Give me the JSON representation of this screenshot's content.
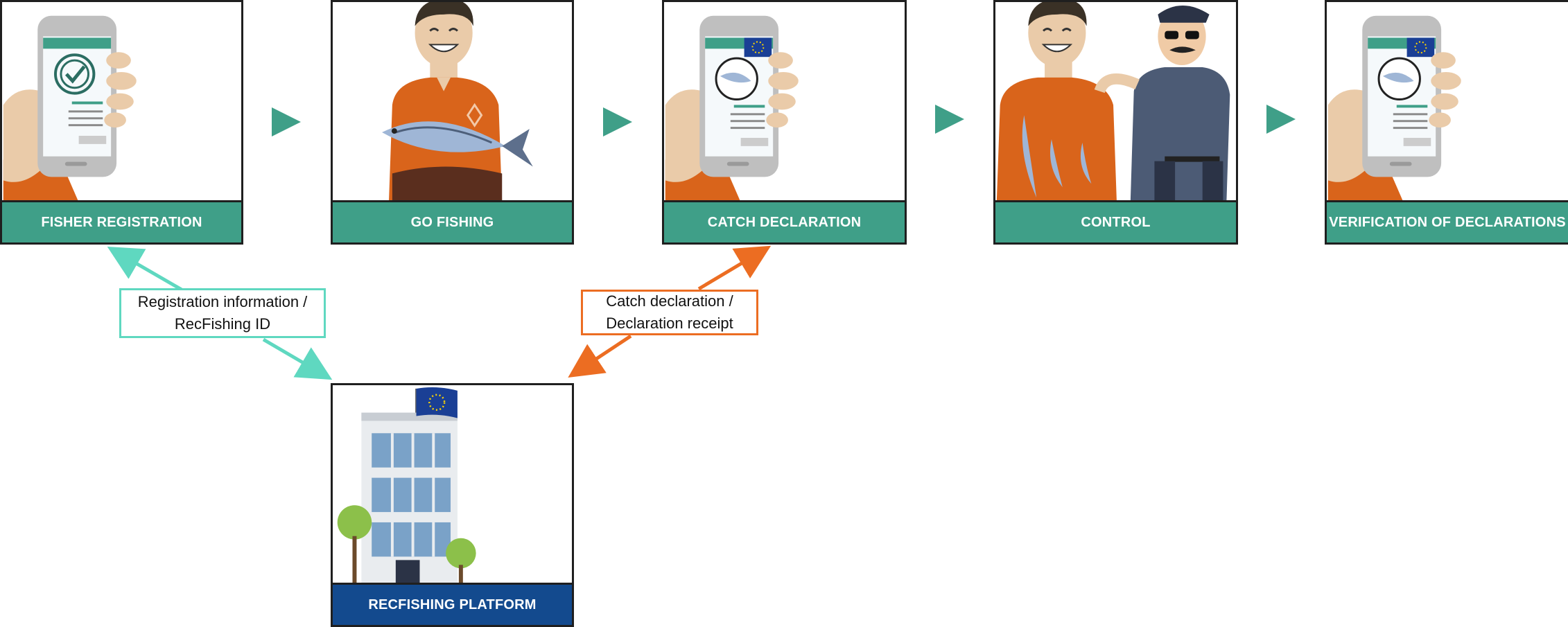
{
  "steps": [
    {
      "id": "fisher-registration",
      "label": "FISHER REGISTRATION"
    },
    {
      "id": "go-fishing",
      "label": "GO FISHING"
    },
    {
      "id": "catch-declaration",
      "label": "CATCH DECLARATION"
    },
    {
      "id": "control",
      "label": "CONTROL"
    },
    {
      "id": "verification",
      "label": "VERIFICATION OF DECLARATIONS"
    }
  ],
  "platform": {
    "label": "RECFISHING PLATFORM"
  },
  "callouts": {
    "registration": {
      "line1": "Registration information /",
      "line2": "RecFishing ID"
    },
    "catch": {
      "line1": "Catch declaration /",
      "line2": "Declaration receipt"
    }
  },
  "icons": {
    "phone": "smartphone-icon",
    "fisher": "fisher-icon",
    "fish": "fish-icon",
    "police": "police-officer-icon",
    "building": "building-icon",
    "eu_flag": "eu-flag-icon",
    "next": "play-arrow-icon"
  },
  "colors": {
    "step_label": "#3f9f88",
    "platform_label": "#134a8e",
    "registration_flow": "#5fd8c0",
    "catch_flow": "#ec6d22",
    "next_arrow": "#3f9f88"
  }
}
